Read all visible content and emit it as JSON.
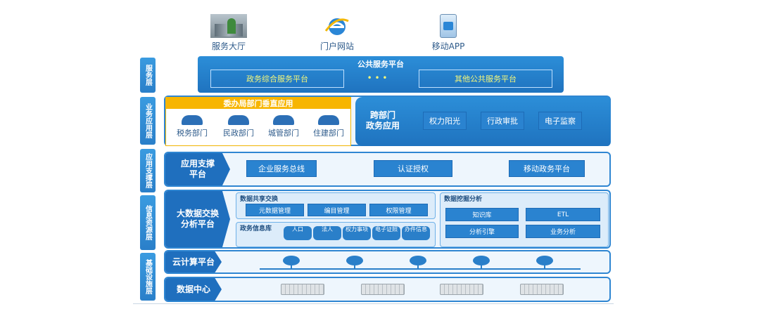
{
  "top_channels": [
    {
      "label": "服务大厅",
      "icon": "service-hall-photo"
    },
    {
      "label": "门户网站",
      "icon": "ie-browser-icon"
    },
    {
      "label": "移动APP",
      "icon": "mobile-app-icon"
    }
  ],
  "layers": {
    "service": "服务层",
    "business": "业务应用层",
    "support": "应用支撑层",
    "info": "信息资源层",
    "infra": "基础设施层"
  },
  "service_layer": {
    "title": "公共服务平台",
    "left_box": "政务综合服务平台",
    "dots": "• • •",
    "right_box": "其他公共服务平台"
  },
  "business_layer": {
    "org_title": "委办局部门垂直应用",
    "orgs": [
      "税务部门",
      "民政部门",
      "城管部门",
      "住建部门"
    ],
    "cross_label": "跨部门\n政务应用",
    "cross_items": [
      "权力阳光",
      "行政审批",
      "电子监察"
    ]
  },
  "support_layer": {
    "label": "应用支撑\n平台",
    "items": [
      "企业服务总线",
      "认证授权",
      "移动政务平台"
    ]
  },
  "info_layer": {
    "label": "大数据交换\n分析平台",
    "share_title": "数据共享交换",
    "share_items": [
      "元数据管理",
      "编目管理",
      "权限管理"
    ],
    "db_title": "政务信息库",
    "db_items": [
      "人口",
      "法人",
      "权力事项",
      "电子证照",
      "办件信息"
    ],
    "mining_title": "数据挖掘分析",
    "mining_items": [
      "知识库",
      "ETL",
      "分析引擎",
      "业务分析"
    ]
  },
  "infra_layer": {
    "cloud_label": "云计算平台",
    "dc_label": "数据中心"
  },
  "colors": {
    "primary": "#1f73bf",
    "accent": "#f7b500",
    "panel_bg": "#eef6fd"
  }
}
